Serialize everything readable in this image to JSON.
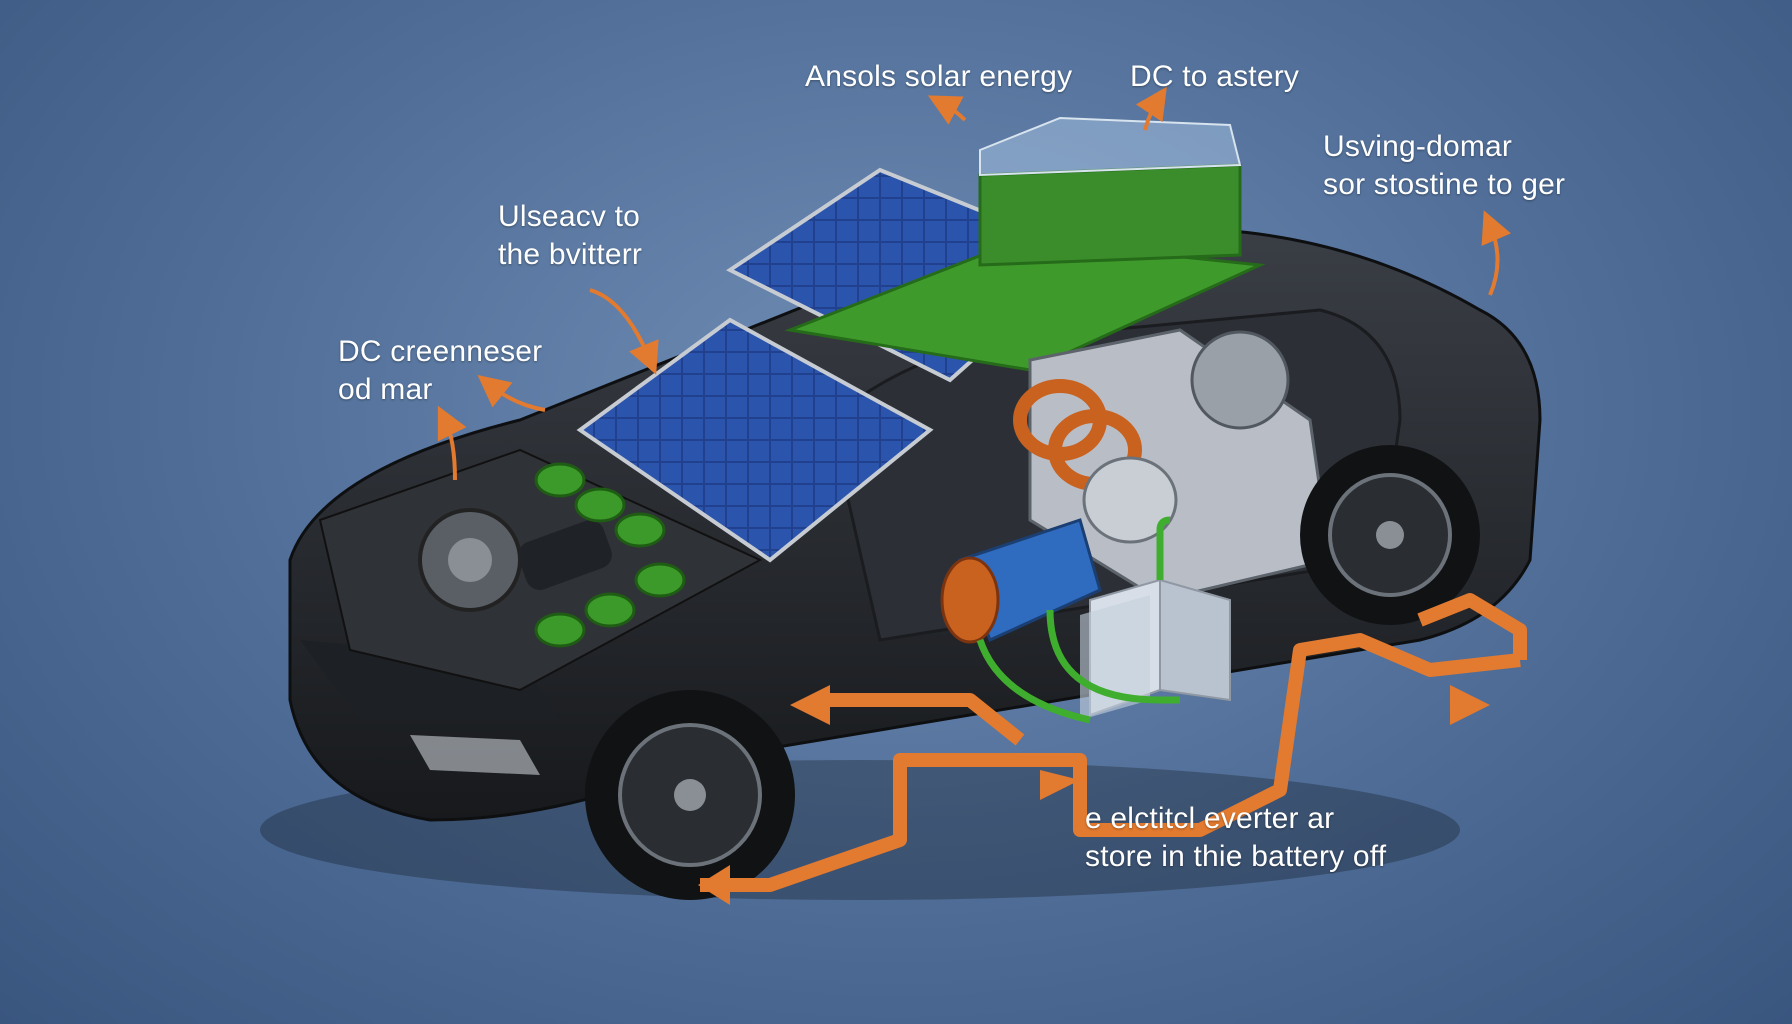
{
  "labels": {
    "top_left": "Ansols solar energy",
    "top_right": "DC to astery",
    "right": {
      "line1": "Usving-domar",
      "line2": "sor stostine to ger"
    },
    "upper_left": {
      "line1": "Ulseacv to",
      "line2": "the bvitterr"
    },
    "left": {
      "line1": "DC creenneser",
      "line2": "od   mar"
    },
    "bottom": {
      "line1": "e elctitcl everter  ar",
      "line2": "store  in thie battery off"
    }
  },
  "colors": {
    "background": "#4f6d97",
    "car_body": "#26292e",
    "solar_panel": "#1f3f8c",
    "green_board": "#3f9a2c",
    "copper": "#c9611f",
    "arrow": "#e27a2f"
  }
}
